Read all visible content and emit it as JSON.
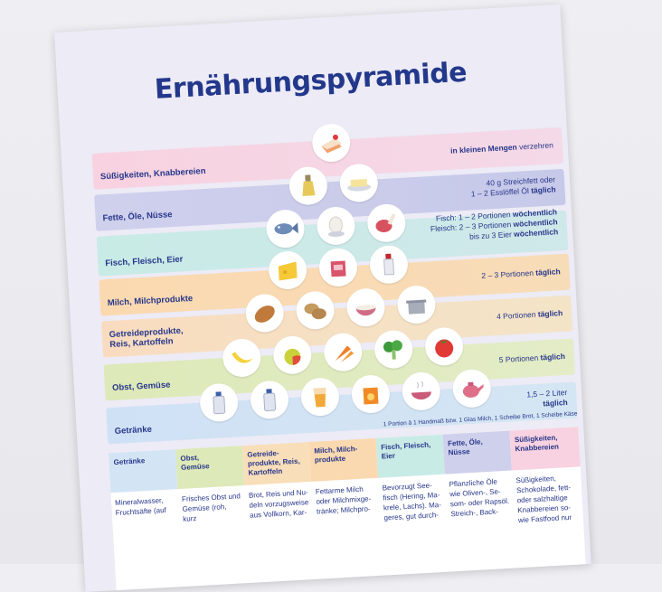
{
  "title": "Ernährungspyramide",
  "levels": [
    {
      "label": "Süßigkeiten, Knabbereien",
      "amount_bold": "in kleinen Mengen",
      "amount_rest": " verzehren"
    },
    {
      "label": "Fette, Öle, Nüsse",
      "amount_line1": "40 g Streichfett oder",
      "amount_line2": "1 – 2 Esslöffel Öl ",
      "amount_bold": "täglich"
    },
    {
      "label": "Fisch, Fleisch, Eier",
      "line1": "Fisch:     1 – 2 Portionen ",
      "line1_bold": "wöchentlich",
      "line2": "Fleisch: 2 – 3 Portionen ",
      "line2_bold": "wöchentlich",
      "line3": "bis zu 3 Eier ",
      "line3_bold": "wöchentlich"
    },
    {
      "label": "Milch, Milchprodukte",
      "amount_rest": "2 – 3 Portionen ",
      "amount_bold": "täglich"
    },
    {
      "label_line1": "Getreideprodukte,",
      "label_line2": "Reis, Kartoffeln",
      "amount_rest": "4  Portionen ",
      "amount_bold": "täglich"
    },
    {
      "label": "Obst, Gemüse",
      "amount_rest": "5  Portionen ",
      "amount_bold": "täglich"
    },
    {
      "label": "Getränke",
      "amount_line1": "1,5 – 2 Liter",
      "amount_bold": "täglich"
    }
  ],
  "footnote": "1 Portion  â  1 Handmaß bzw. 1 Glas Milch, 1 Scheibe Brot, 1 Scheibe Käse",
  "icons": {
    "row1": [
      "cake-icon"
    ],
    "row2": [
      "oil-bottle-icon",
      "butter-icon"
    ],
    "row3": [
      "fish-icon",
      "egg-icon",
      "chicken-leg-icon"
    ],
    "row4": [
      "cheese-icon",
      "milk-carton-icon",
      "milk-bottle-icon"
    ],
    "row5": [
      "bread-icon",
      "potatoes-icon",
      "rice-bowl-icon",
      "pot-icon"
    ],
    "row6": [
      "bananas-icon",
      "apple-icon",
      "carrots-icon",
      "broccoli-icon",
      "tomato-icon"
    ],
    "row7": [
      "water-bottle-icon",
      "water-bottle-icon",
      "juice-glass-icon",
      "juice-carton-icon",
      "soup-icon",
      "teapot-icon"
    ]
  },
  "table": {
    "headers": [
      "Getränke",
      "Obst,\nGemüse",
      "Getreide-\nprodukte, Reis,\nKartoffeln",
      "Milch, Milch-\nprodukte",
      "Fisch, Fleisch,\nEier",
      "Fette, Öle,\nNüsse",
      "Süßigkeiten,\nKnabbereien"
    ],
    "cells": [
      "Mineralwasser,\nFruchtsäfte (auf",
      "Frisches Obst und\nGemüse (roh, kurz",
      "Brot, Reis und Nu-\ndeln vorzugsweise\naus Vollkorn, Kar-",
      "Fettarme Milch\noder Milchmixge-\ntränke; Milchpro-",
      "Bevorzugt See-\nfisch (Hering, Ma-\nkrele, Lachs). Ma-\ngeres, gut durch-",
      "Pflanzliche Öle\nwie Oliven-, Se-\nsom- oder Rapsöl.\nStreich-, Back-",
      "Süßigkeiten,\nSchokolade, fett-\noder salzhaltige\nKnabbereien so-\nwie Fastfood nur"
    ]
  },
  "colors": {
    "title": "#23388b",
    "band_sweets": "#f6d2df",
    "band_fats": "#cfd1ec",
    "band_fish": "#cdeae6",
    "band_milk": "#fadcb4",
    "band_grain": "#f9ddbf",
    "band_fruit": "#dfebc0",
    "band_drinks": "#d3e4f5"
  }
}
